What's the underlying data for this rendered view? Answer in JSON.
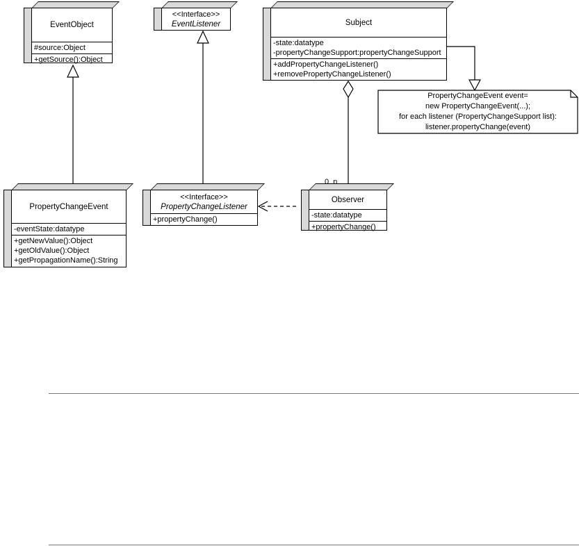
{
  "classes": {
    "event_object": {
      "name": "EventObject",
      "attributes": [
        "#source:Object"
      ],
      "operations": [
        "+getSource():Object"
      ]
    },
    "event_listener": {
      "stereotype": "<<Interface>>",
      "name": "EventListener"
    },
    "subject": {
      "name": "Subject",
      "attributes": [
        "-state:datatype",
        "-propertyChangeSupport:propertyChangeSupport"
      ],
      "operations": [
        "+addPropertyChangeListener()",
        "+removePropertyChangeListener()"
      ]
    },
    "property_change_event": {
      "name": "PropertyChangeEvent",
      "attributes": [
        "-eventState:datatype"
      ],
      "operations": [
        "+getNewValue():Object",
        "+getOldValue():Object",
        "+getPropagationName():String"
      ]
    },
    "property_change_listener": {
      "stereotype": "<<Interface>>",
      "name": "PropertyChangeListener",
      "operations": [
        "+propertyChange()"
      ]
    },
    "observer": {
      "name": "Observer",
      "attributes": [
        "-state:datatype"
      ],
      "operations": [
        "+propertyChange()"
      ]
    }
  },
  "note": {
    "lines": [
      "PropertyChangeEvent event=",
      "new PropertyChangeEvent(...);",
      "for each listener (PropertyChangeSupport list):",
      "listener.propertyChange(event)"
    ]
  },
  "multiplicity": "0..n",
  "colors": {
    "stroke": "#000000",
    "shade": "#d9d9d9",
    "rule": "#7a7a7a"
  }
}
